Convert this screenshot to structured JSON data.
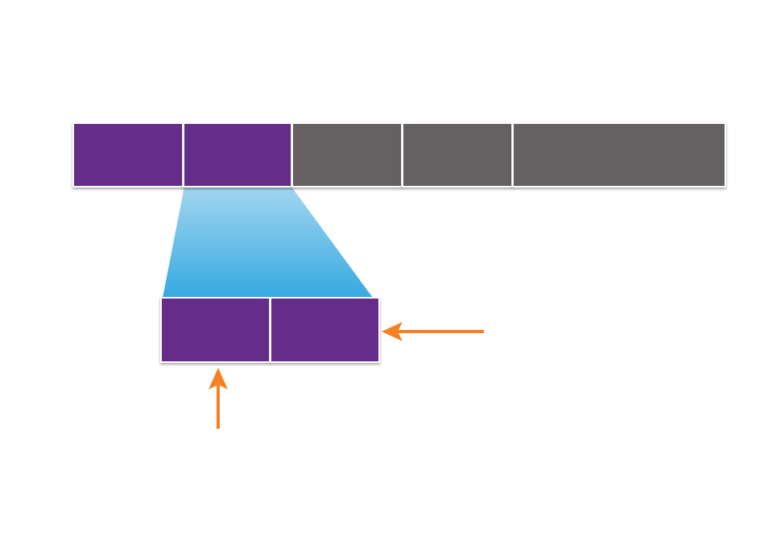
{
  "colors": {
    "selected": "#652d89",
    "unselected": "#656162",
    "zoom_top": "#a3d6f0",
    "zoom_bottom": "#35a9e0",
    "arrow": "#f58025"
  },
  "top_row": {
    "cells": [
      "selected",
      "selected",
      "unselected",
      "unselected",
      "unselected"
    ]
  },
  "bottom_row": {
    "cells": [
      "selected",
      "selected"
    ]
  }
}
